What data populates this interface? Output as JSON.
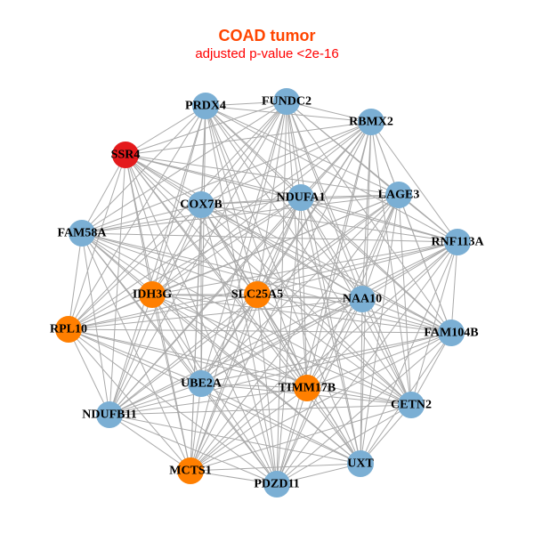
{
  "title": "COAD tumor",
  "subtitle": "adjusted p-value <2e-16",
  "colors": {
    "blue": "#7BAFD4",
    "orange": "#FF7F00",
    "red": "#E41A1C",
    "edge": "#AAAAAA"
  },
  "nodes": [
    {
      "label": "PRDX4",
      "color": "blue"
    },
    {
      "label": "FUNDC2",
      "color": "blue"
    },
    {
      "label": "RBMX2",
      "color": "blue"
    },
    {
      "label": "SSR4",
      "color": "red"
    },
    {
      "label": "COX7B",
      "color": "blue"
    },
    {
      "label": "NDUFA1",
      "color": "blue"
    },
    {
      "label": "LAGE3",
      "color": "blue"
    },
    {
      "label": "FAM58A",
      "color": "blue"
    },
    {
      "label": "RNF113A",
      "color": "blue"
    },
    {
      "label": "IDH3G",
      "color": "orange"
    },
    {
      "label": "SLC25A5",
      "color": "orange"
    },
    {
      "label": "NAA10",
      "color": "blue"
    },
    {
      "label": "RPL10",
      "color": "orange"
    },
    {
      "label": "FAM104B",
      "color": "blue"
    },
    {
      "label": "UBE2A",
      "color": "blue"
    },
    {
      "label": "TIMM17B",
      "color": "orange"
    },
    {
      "label": "NDUFB11",
      "color": "blue"
    },
    {
      "label": "CETN2",
      "color": "blue"
    },
    {
      "label": "MCTS1",
      "color": "orange"
    },
    {
      "label": "PDZD11",
      "color": "blue"
    },
    {
      "label": "UXT",
      "color": "blue"
    }
  ],
  "edges": {
    "mode": "complete"
  }
}
